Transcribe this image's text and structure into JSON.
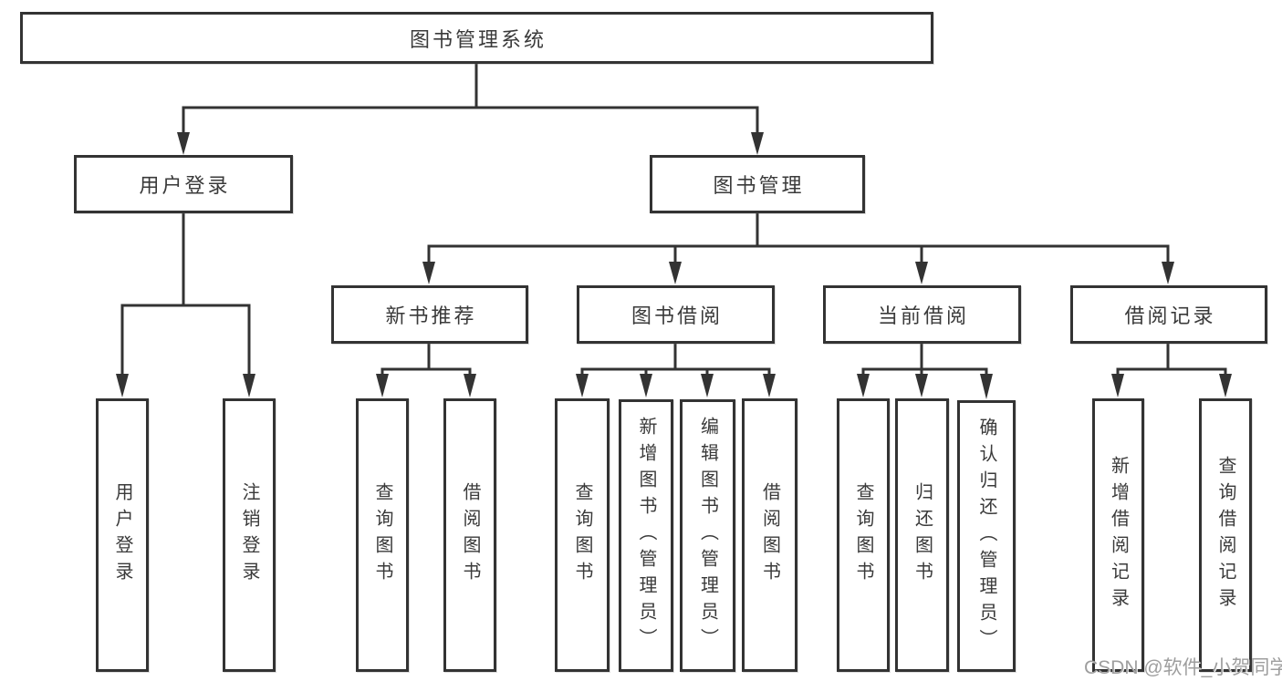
{
  "diagram_title": "图书管理系统",
  "watermark": "CSDN @软件_小贺同学",
  "colors": {
    "line": "#333333",
    "text": "#3a3a3a",
    "watermark": "#9e9e9e",
    "background": "#ffffff"
  },
  "tree": {
    "label": "图书管理系统",
    "children": [
      {
        "label": "用户登录",
        "children": [
          {
            "label": "用户登录"
          },
          {
            "label": "注销登录"
          }
        ]
      },
      {
        "label": "图书管理",
        "children": [
          {
            "label": "新书推荐",
            "children": [
              {
                "label": "查询图书"
              },
              {
                "label": "借阅图书"
              }
            ]
          },
          {
            "label": "图书借阅",
            "children": [
              {
                "label": "查询图书"
              },
              {
                "label": "新增图书（管理员）"
              },
              {
                "label": "编辑图书（管理员）"
              },
              {
                "label": "借阅图书"
              }
            ]
          },
          {
            "label": "当前借阅",
            "children": [
              {
                "label": "查询图书"
              },
              {
                "label": "归还图书"
              },
              {
                "label": "确认归还（管理员）"
              }
            ]
          },
          {
            "label": "借阅记录",
            "children": [
              {
                "label": "新增借阅记录"
              },
              {
                "label": "查询借阅记录"
              }
            ]
          }
        ]
      }
    ]
  }
}
